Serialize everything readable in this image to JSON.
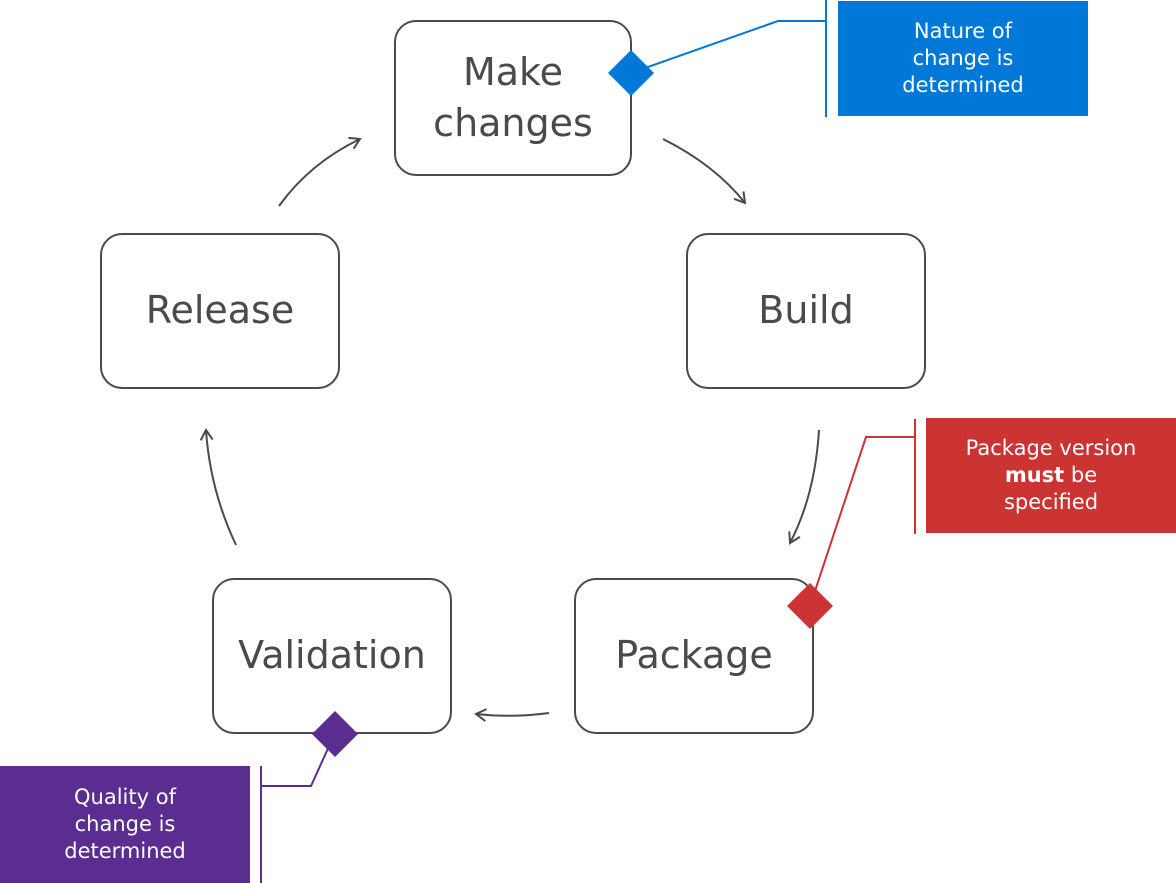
{
  "colors": {
    "step_border": "#4a4a4a",
    "step_text": "#4a4a4a",
    "arrow": "#4a4a4a",
    "blue": "#0078d7",
    "red": "#cc3333",
    "purple": "#5c2d91"
  },
  "steps": {
    "make_changes": {
      "line1": "Make",
      "line2": "changes"
    },
    "build": {
      "label": "Build"
    },
    "package": {
      "label": "Package"
    },
    "validation": {
      "label": "Validation"
    },
    "release": {
      "label": "Release"
    }
  },
  "callouts": {
    "nature": {
      "line1": "Nature of",
      "line2": "change is",
      "line3": "determined",
      "icon": "diamond-icon"
    },
    "package_version": {
      "line1": "Package version",
      "line2_bold": "must",
      "line2_rest": " be",
      "line3": "specified",
      "icon": "diamond-icon"
    },
    "quality": {
      "line1": "Quality of",
      "line2": "change is",
      "line3": "determined",
      "icon": "diamond-icon"
    }
  }
}
